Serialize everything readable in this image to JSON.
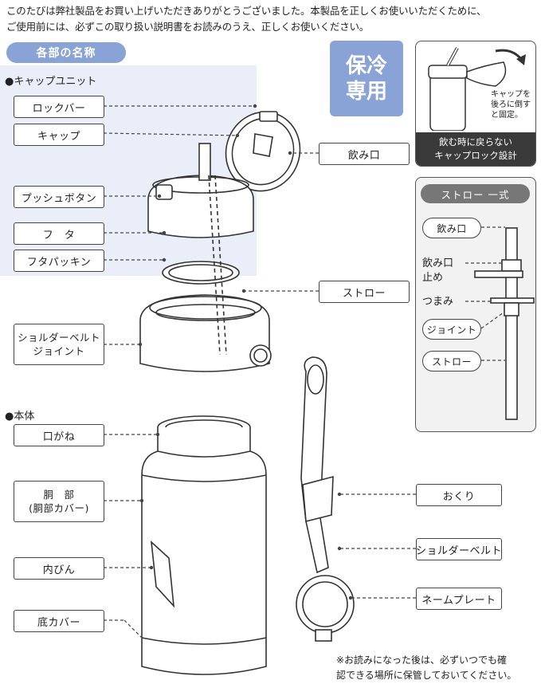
{
  "intro": {
    "line1": "このたびは弊社製品をお買い上げいただきありがとうございました。本製品を正しくお使いいただくために、",
    "line2": "ご使用前には、必ずこの取り扱い説明書をお読みのうえ、正しくお使いください。"
  },
  "section_title": "各部の名称",
  "cap_unit_heading": "●キャップユニット",
  "body_heading": "●本体",
  "cold_only": {
    "line1": "保冷",
    "line2": "専用"
  },
  "cap_note": {
    "small1": "キャップを",
    "small2": "後ろに倒す",
    "small3": "と固定。",
    "dark1": "飲む時に戻らない",
    "dark2": "キャップロック設計"
  },
  "cap_labels": {
    "lock_bar": "ロックバー",
    "cap": "キャップ",
    "push_button": "プッシュボタン",
    "lid": "フ　タ",
    "lid_packing": "フタパッキン",
    "shoulder_joint1": "ショルダーベルト",
    "shoulder_joint2": "ジョイント",
    "mouthpiece": "飲み口",
    "straw": "ストロー"
  },
  "straw_set": {
    "title": "ストロー 一式",
    "mouthpiece": "飲み口",
    "stopper1": "飲み口",
    "stopper2": "止め",
    "knob": "つまみ",
    "joint": "ジョイント",
    "straw": "ストロー"
  },
  "body_labels": {
    "mouth_ring": "口がね",
    "body1": "胴　部",
    "body2": "(胴部カバー)",
    "inner_bottle": "内びん",
    "bottom_cover": "底カバー",
    "loop": "おくり",
    "shoulder_belt": "ショルダーベルト",
    "name_plate": "ネームプレート"
  },
  "footnote": {
    "line1": "※お読みになった後は、必ずいつでも確",
    "line2": "認できる場所に保管しておいてください。"
  }
}
